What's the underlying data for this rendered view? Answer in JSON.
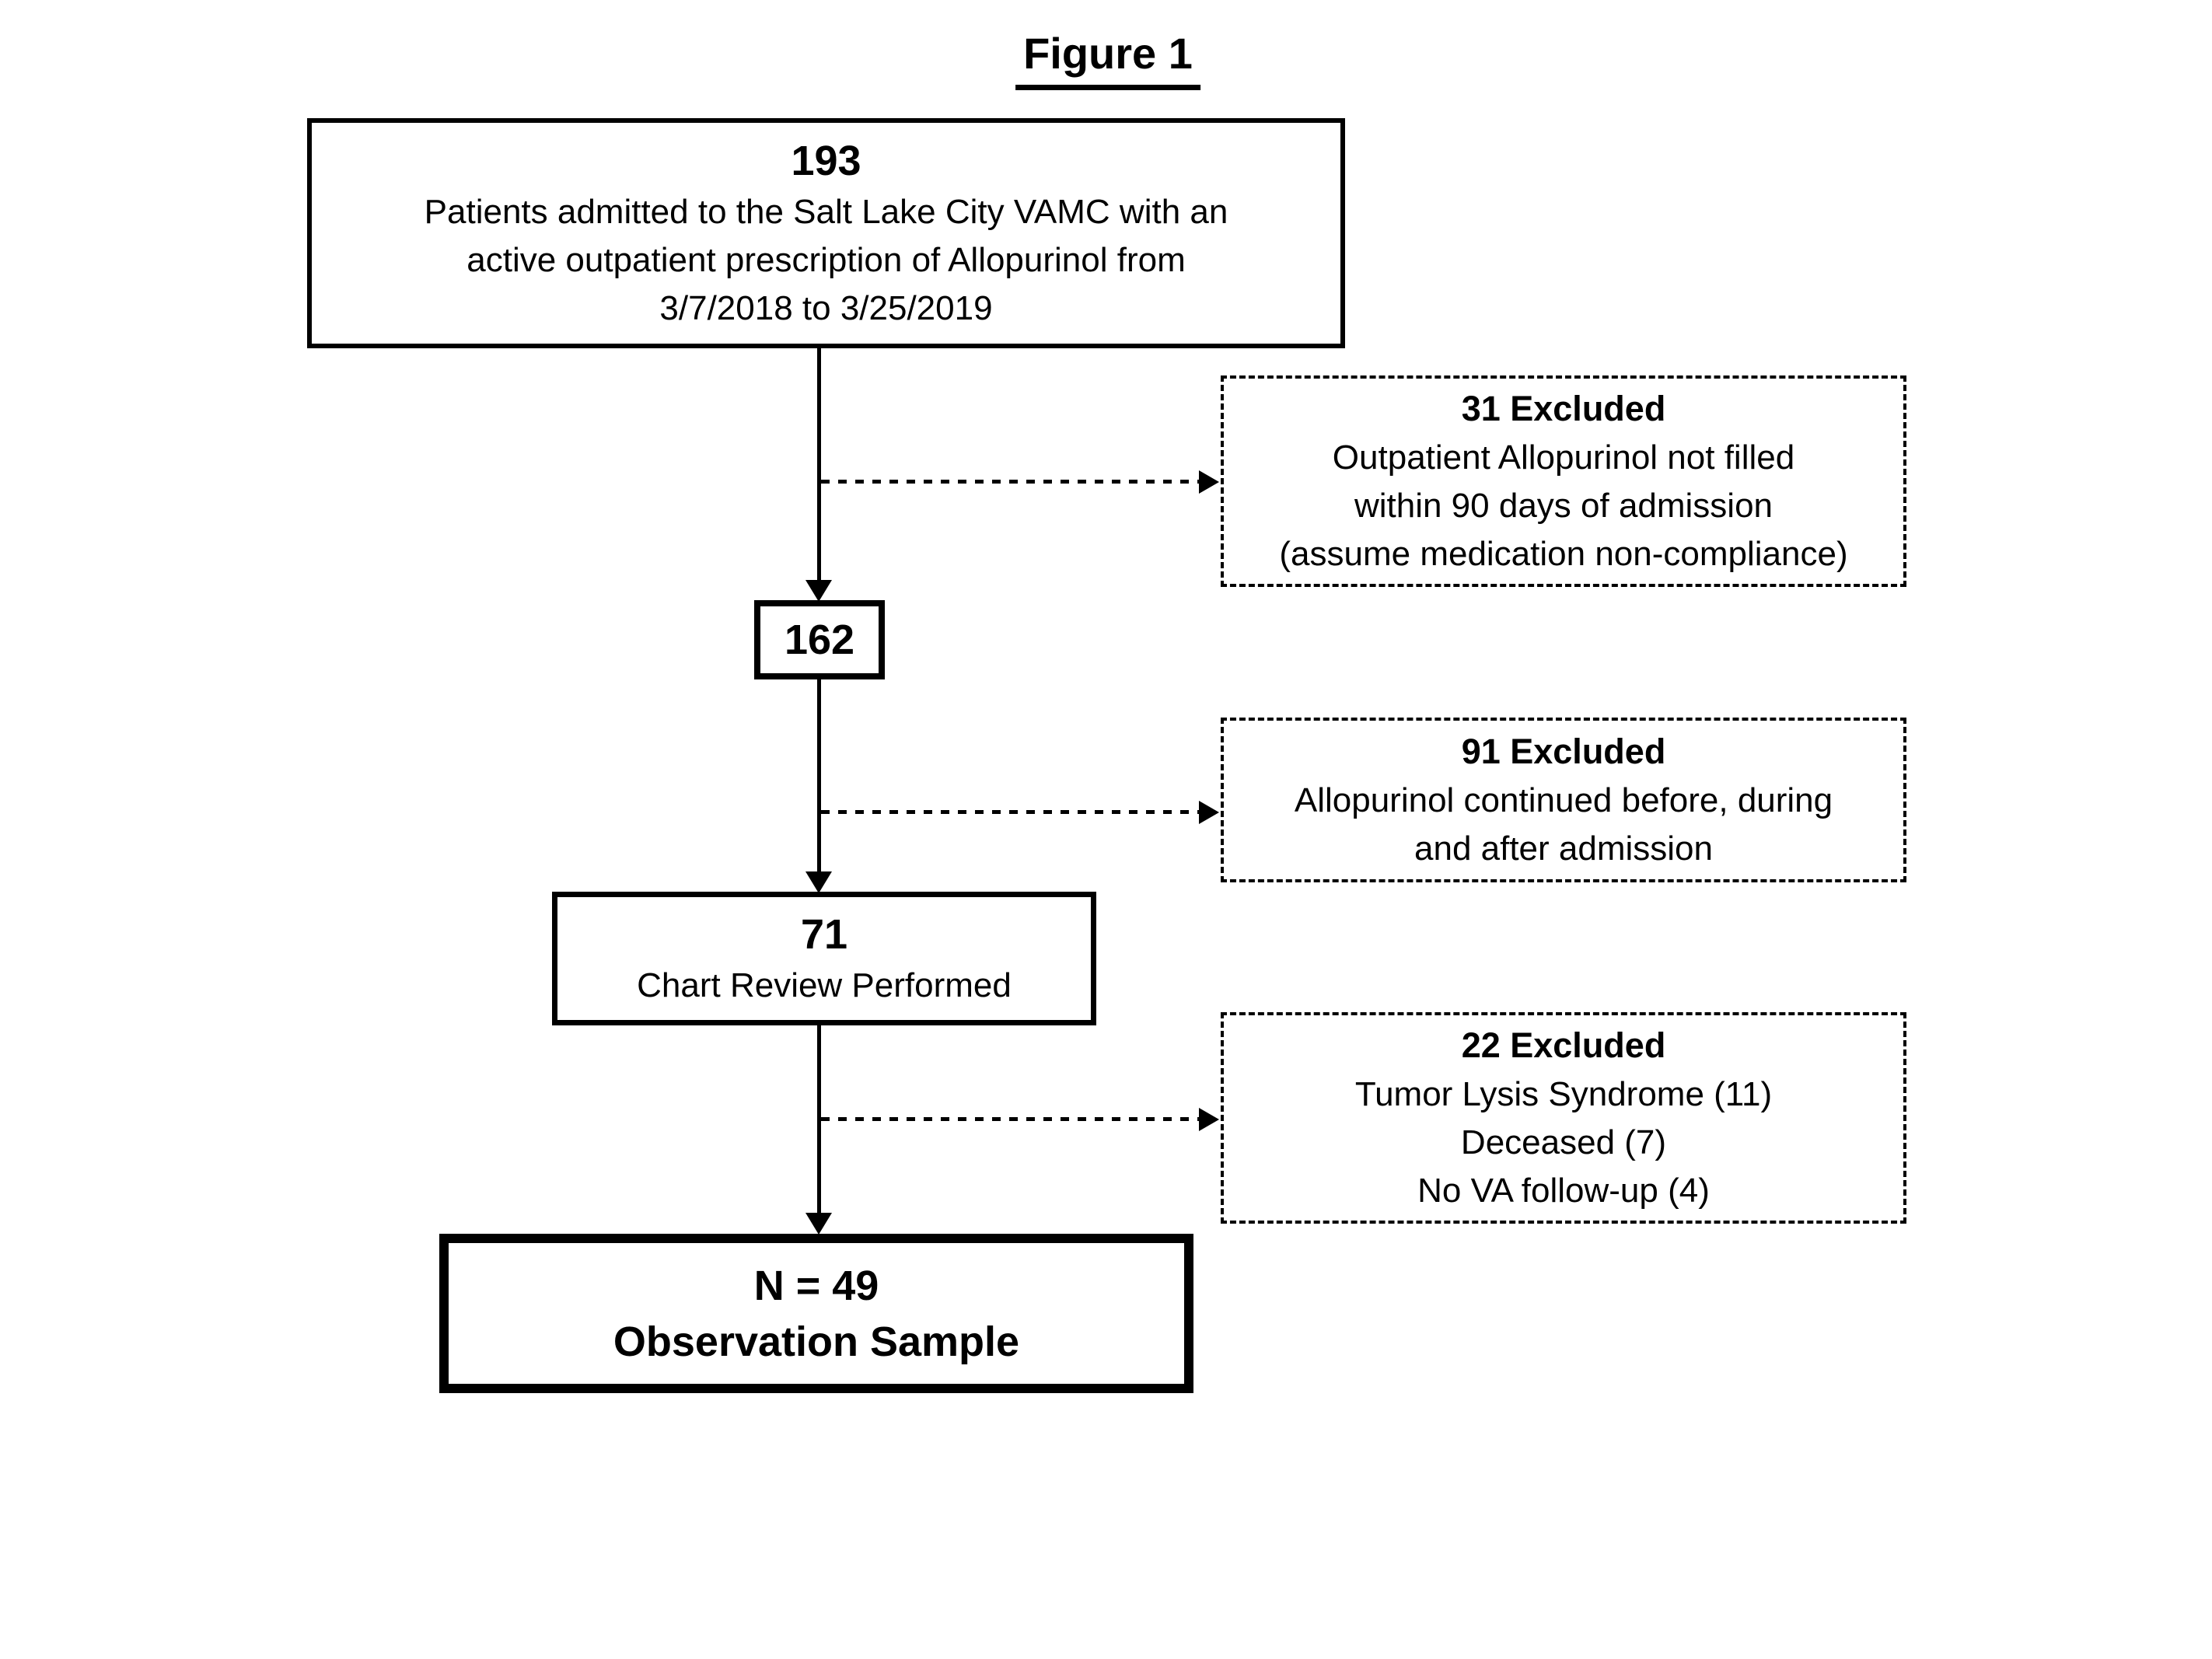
{
  "figure_title": "Figure 1",
  "boxes": {
    "enrollment": {
      "number": "193",
      "lines": [
        "Patients admitted to the Salt Lake City VAMC with an",
        "active outpatient prescription of Allopurinol from",
        "3/7/2018 to 3/25/2019"
      ]
    },
    "filled": {
      "number": "162"
    },
    "chart_review": {
      "number": "71",
      "label": "Chart Review Performed"
    },
    "observation": {
      "number": "N = 49",
      "label": "Observation Sample"
    }
  },
  "exclusions": [
    {
      "heading": "31 Excluded",
      "lines": [
        "Outpatient Allopurinol not filled",
        "within 90 days of admission",
        "(assume medication non-compliance)"
      ]
    },
    {
      "heading": "91 Excluded",
      "lines": [
        "Allopurinol continued before, during",
        "and after admission"
      ]
    },
    {
      "heading": "22 Excluded",
      "lines": [
        "Tumor Lysis Syndrome (11)",
        "Deceased (7)",
        "No VA follow-up (4)"
      ]
    }
  ],
  "colors": {
    "ink": "#000000",
    "background": "#ffffff"
  }
}
